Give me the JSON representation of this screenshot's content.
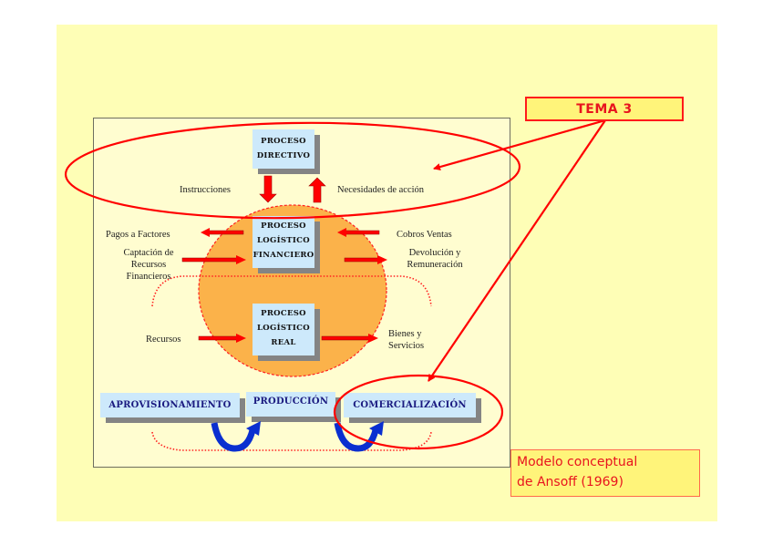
{
  "slide": {
    "background_color": "#fefeb6",
    "tema_label": "TEMA 3",
    "caption_line1": "Modelo conceptual",
    "caption_line2": "de Ansoff (1969)"
  },
  "processes": {
    "directivo": {
      "line1": "PROCESO",
      "line2": "DIRECTIVO"
    },
    "financiero": {
      "line1": "PROCESO",
      "line2": "LOGÍSTICO",
      "line3": "FINANCIERO"
    },
    "real": {
      "line1": "PROCESO",
      "line2": "LOGÍSTICO",
      "line3": "REAL"
    }
  },
  "flows": {
    "instrucciones": "Instrucciones",
    "necesidades": "Necesidades de acción",
    "pagos": "Pagos a Factores",
    "captacion_1": "Captación de",
    "captacion_2": "Recursos",
    "captacion_3": "Financieros",
    "cobros": "Cobros Ventas",
    "devolucion_1": "Devolución y",
    "devolucion_2": "Remuneración",
    "recursos": "Recursos",
    "bienes_1": "Bienes y",
    "bienes_2": "Servicios"
  },
  "functions": {
    "aprovisionamiento": "APROVISIONAMIENTO",
    "produccion": "PRODUCCIÓN",
    "comercializacion": "COMERCIALIZACIÓN"
  },
  "colors": {
    "highlight_red": "#ff0000",
    "process_box": "#cde9fb",
    "orange_core": "#fbb24a",
    "flow_arrow_blue": "#0a2fd0"
  }
}
